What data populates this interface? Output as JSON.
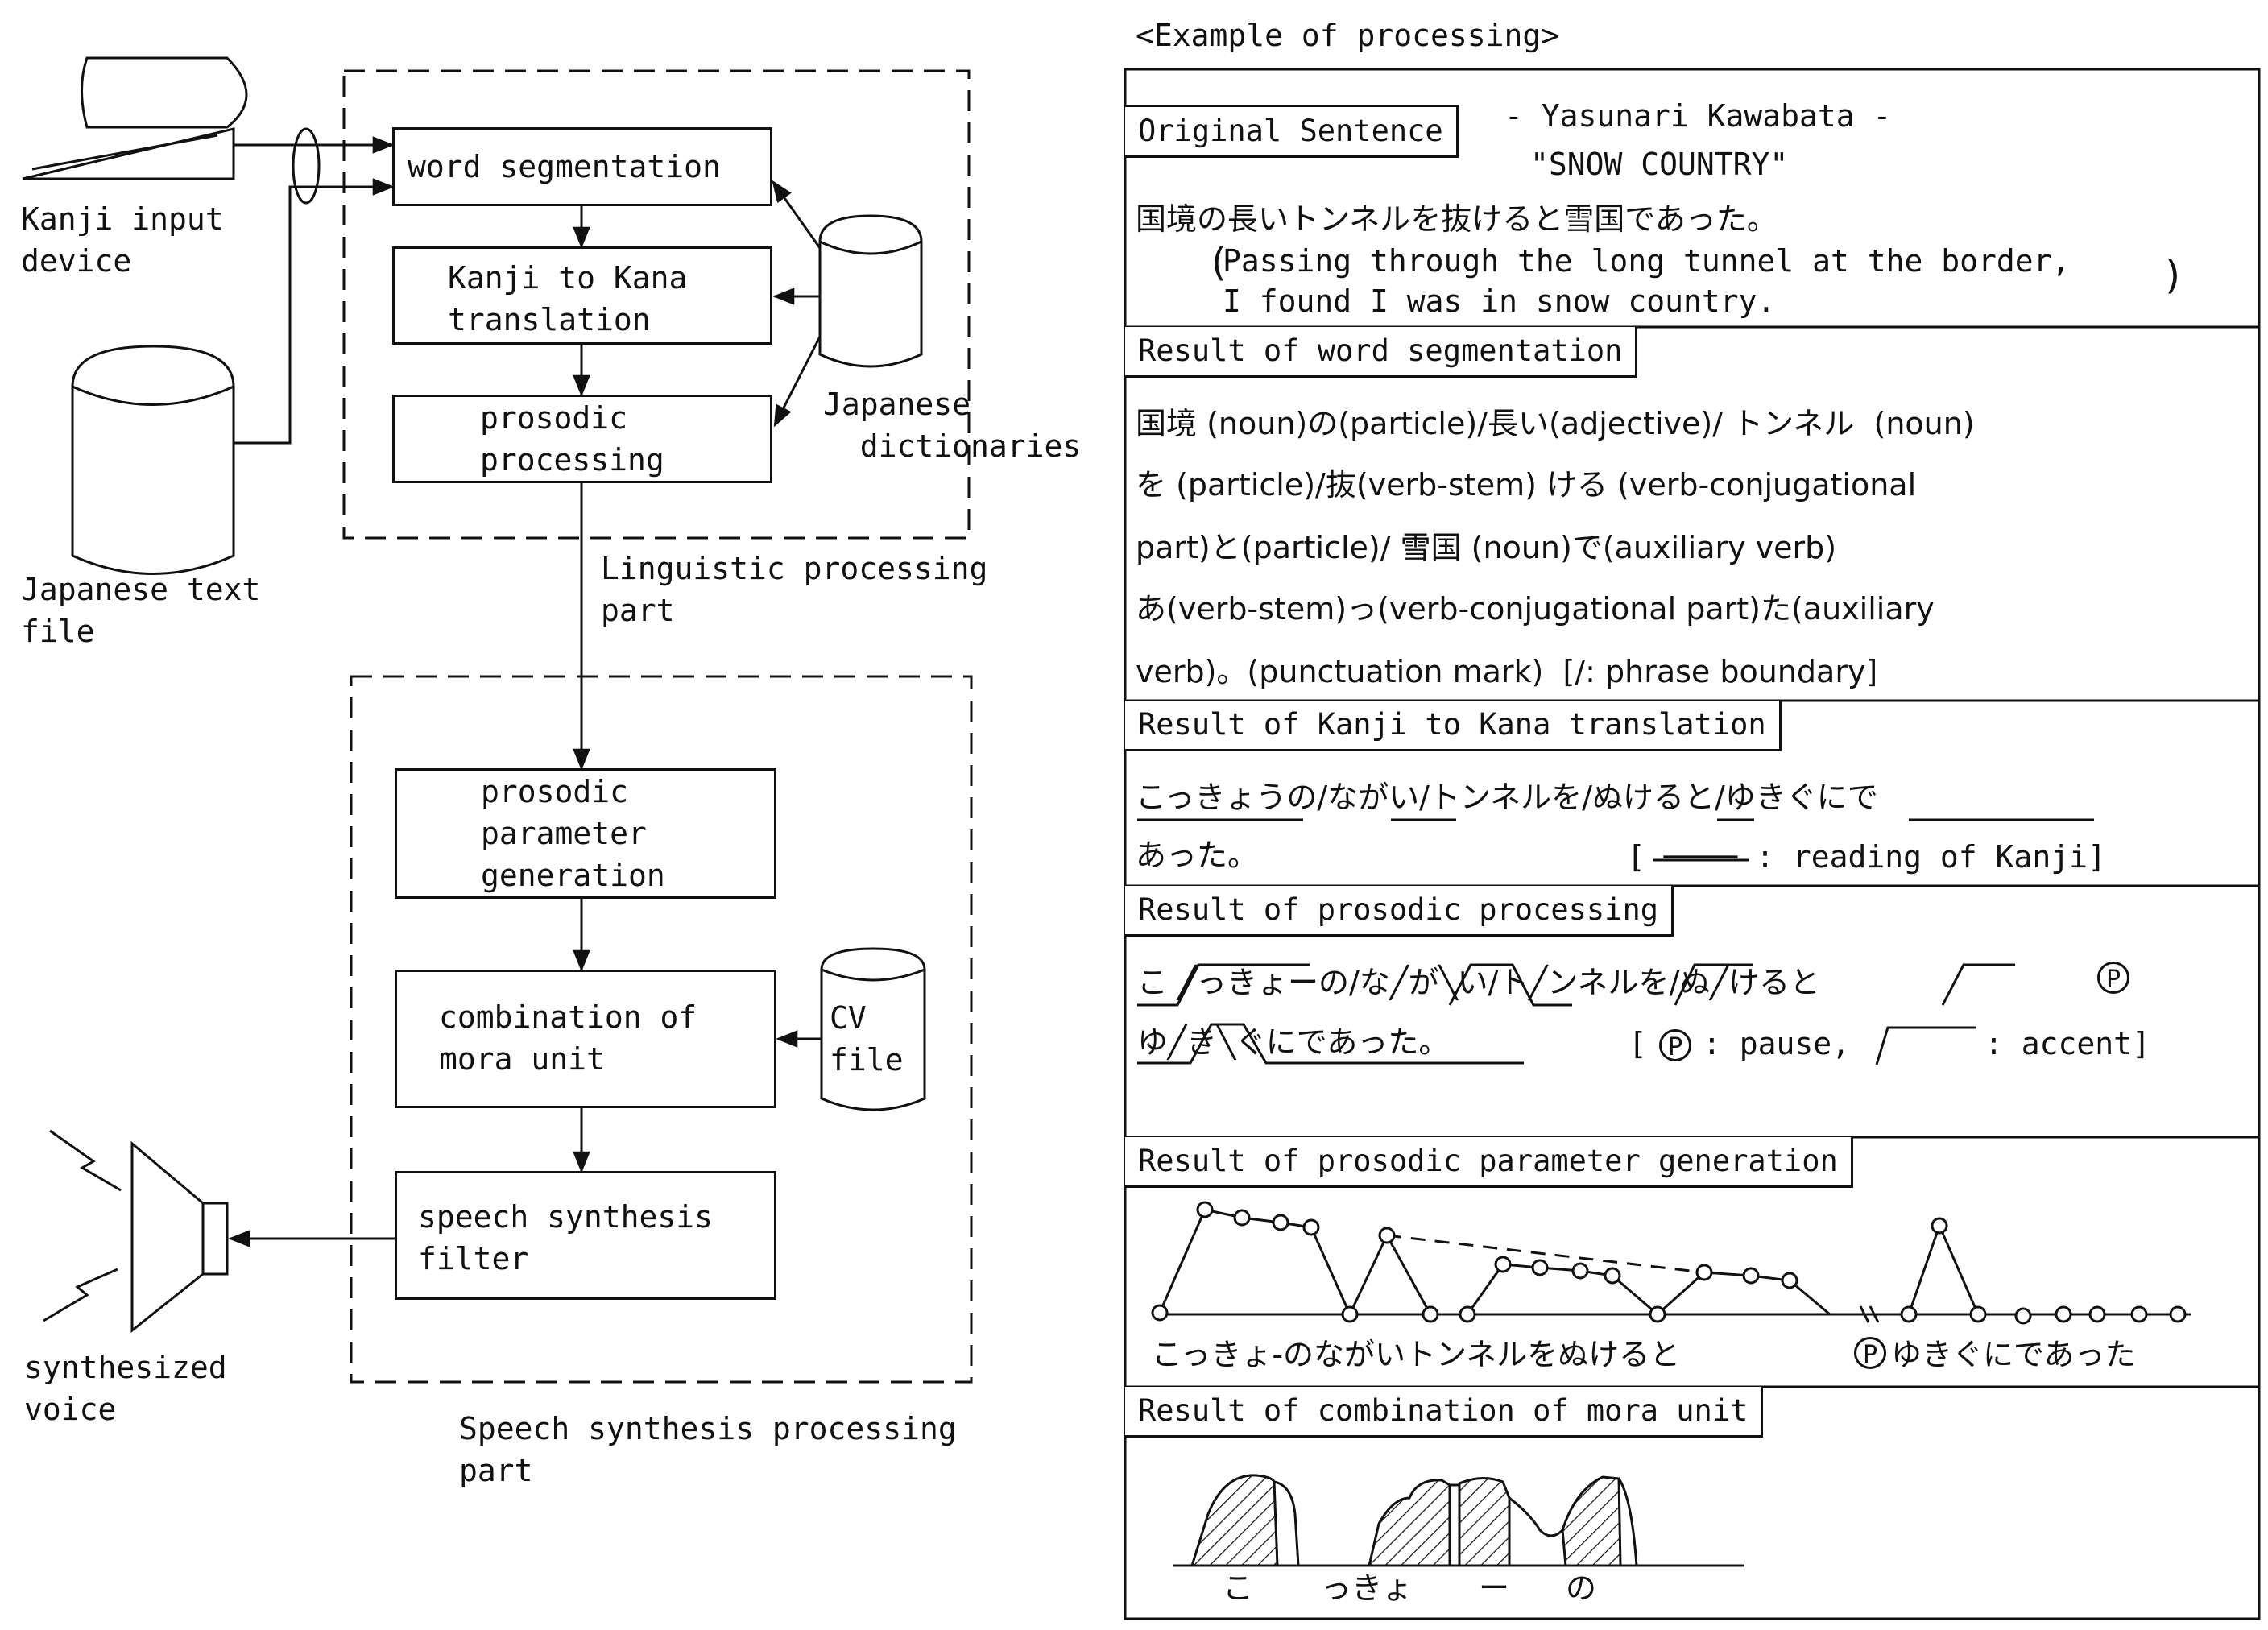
{
  "left": {
    "kanji_input_device": "Kanji input\ndevice",
    "japanese_text_file": "Japanese text\nfile",
    "japanese_dictionaries": "Japanese\n  dictionaries",
    "cv_file": "CV\nfile",
    "synthesized_voice": "synthesized\nvoice",
    "linguistic_part_label": "Linguistic processing\npart",
    "synthesis_part_label": "Speech synthesis processing\npart",
    "blocks": {
      "word_segmentation": "word segmentation",
      "kanji_to_kana": "Kanji to Kana\ntranslation",
      "prosodic_processing": "prosodic\nprocessing",
      "prosodic_parameter": "prosodic\nparameter\ngeneration",
      "combination_mora": "combination of\nmora unit",
      "speech_filter": "speech synthesis\nfilter"
    }
  },
  "right": {
    "title": "<Example of processing>",
    "original": {
      "header": "Original Sentence",
      "author": "- Yasunari Kawabata -",
      "work": "\"SNOW COUNTRY\"",
      "japanese": "国境の長いトンネルを抜けると雪国であった。",
      "translation_1": "Passing through the long tunnel at the border,",
      "translation_2": "I found I was in snow country."
    },
    "segmentation": {
      "header": "Result of word segmentation",
      "lines": [
        "国境 (noun)の(particle)/長い(adjective)/ トンネル  (noun)",
        "を (particle)/抜(verb-stem) ける (verb-conjugational",
        "part)と(particle)/ 雪国 (noun)で(auxiliary verb)",
        "あ(verb-stem)っ(verb-conjugational part)た(auxiliary",
        "verb)。(punctuation mark)  [/: phrase boundary]"
      ]
    },
    "kana": {
      "header": "Result of Kanji to Kana translation",
      "line1": "こっきょうの/ながい/トンネルを/ぬけると/ゆきぐにで",
      "line2": "あった。",
      "legend": "[ ──── : reading of Kanji]"
    },
    "prosodic": {
      "header": "Result of prosodic processing",
      "line1": "こ ╱っきょーの/な╱が╲い/ト╱ンネルを/ぬ╱けると",
      "pause_mark": "P",
      "line2_a": "ゆ╱き╲ぐにであった。",
      "legend_a": "[",
      "legend_b": ": pause,",
      "legend_c": ": accent]"
    },
    "parameter": {
      "header": "Result of prosodic parameter generation",
      "caption": "こっきょ-のながいトンネルをぬけると",
      "caption2": "ゆきぐにであった",
      "pause_mark": "P"
    },
    "mora": {
      "header": "Result of combination of mora unit",
      "caption": [
        "こ",
        "っきょ",
        "ー",
        "の"
      ]
    }
  }
}
